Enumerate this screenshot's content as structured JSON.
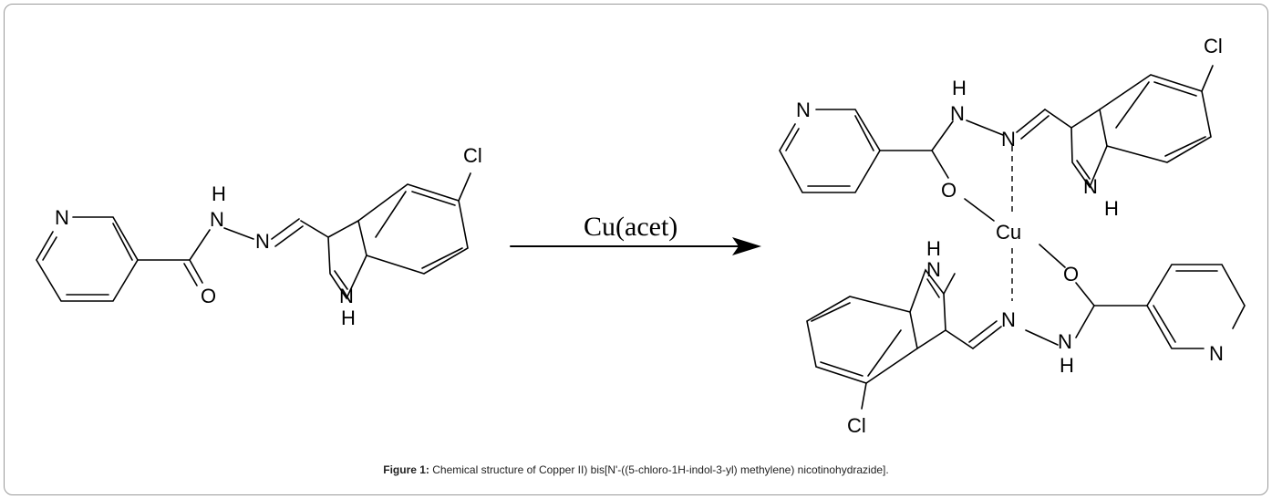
{
  "arrow": {
    "label": "Cu(acet)"
  },
  "atoms": {
    "N": "N",
    "H": "H",
    "O": "O",
    "Cl": "Cl",
    "Cu": "Cu"
  },
  "caption": {
    "prefix": "Figure 1:",
    "text": " Chemical structure of Copper II) bis[N'-((5-chloro-1H-indol-3-yl) methylene) nicotinohydrazide]."
  }
}
